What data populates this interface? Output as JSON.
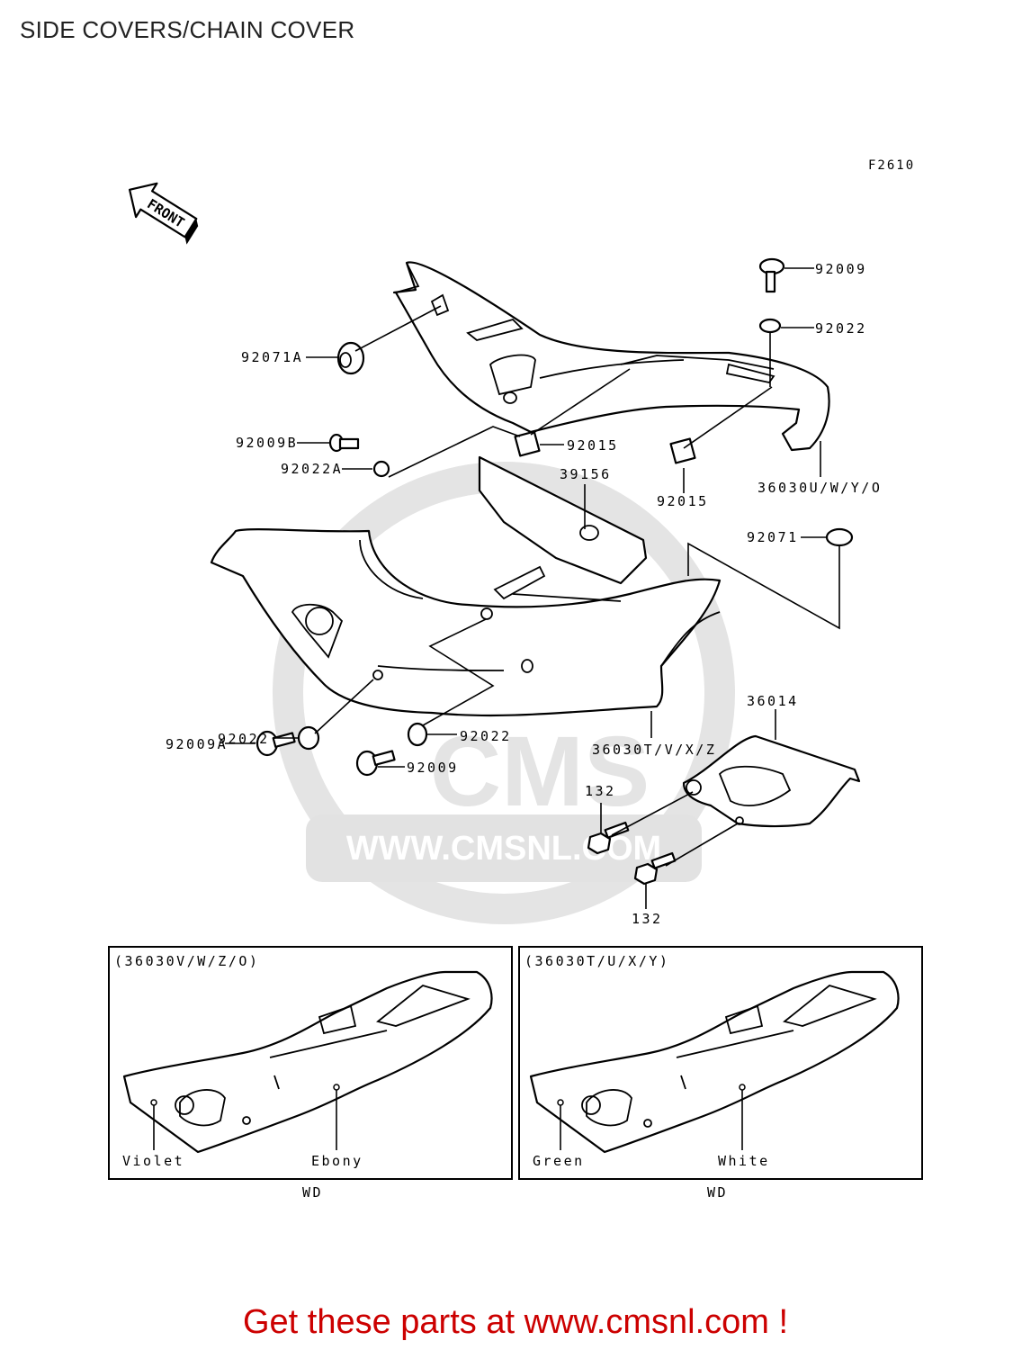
{
  "page": {
    "title": "SIDE COVERS/CHAIN COVER",
    "figure_code": "F2610",
    "front_label": "FRONT",
    "watermark_text": "WWW.CMSNL.COM",
    "watermark_logo": "CMS",
    "call_to_action": "Get these parts at www.cmsnl.com !"
  },
  "parts": {
    "p92009_top": "92009",
    "p92022_top": "92022",
    "p92071A": "92071A",
    "p92009B": "92009B",
    "p92022A": "92022A",
    "p92015_a": "92015",
    "p39156": "39156",
    "p92015_b": "92015",
    "p36030UWYO": "36030U/W/Y/O",
    "p92071": "92071",
    "p92022_left": "92022",
    "p92009A": "92009A",
    "p92022_mid": "92022",
    "p92009_mid": "92009",
    "p36030TVXZ": "36030T/V/X/Z",
    "p36014": "36014",
    "p132_a": "132",
    "p132_b": "132"
  },
  "variants": [
    {
      "header": "(36030V/W/Z/O)",
      "colors": [
        "Violet",
        "Ebony"
      ],
      "footer": "WD"
    },
    {
      "header": "(36030T/U/X/Y)",
      "colors": [
        "Green",
        "White"
      ],
      "footer": "WD"
    }
  ],
  "colors": {
    "cta": "#cc0000",
    "line": "#000000",
    "watermark": "#dcdcdc"
  }
}
